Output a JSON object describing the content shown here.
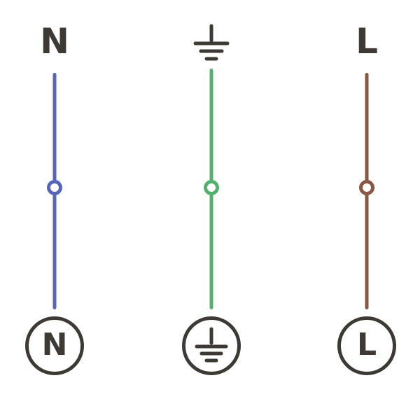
{
  "diagram": {
    "type": "electrical-wiring-diagram",
    "background": "#ffffff",
    "outline_color": "#3d3935",
    "wires": [
      {
        "id": "neutral",
        "top_label": "N",
        "terminal_label": "N",
        "color": "#5766b8",
        "top_symbol": "letter",
        "terminal_symbol": "letter-in-circle",
        "has_mid_node": true
      },
      {
        "id": "protective-earth",
        "color": "#53b06e",
        "top_symbol": "earth-ground",
        "terminal_symbol": "earth-ground-in-circle",
        "has_mid_node": true
      },
      {
        "id": "live",
        "top_label": "L",
        "terminal_label": "L",
        "color": "#875844",
        "top_symbol": "letter",
        "terminal_symbol": "letter-in-circle",
        "has_mid_node": true
      }
    ]
  }
}
